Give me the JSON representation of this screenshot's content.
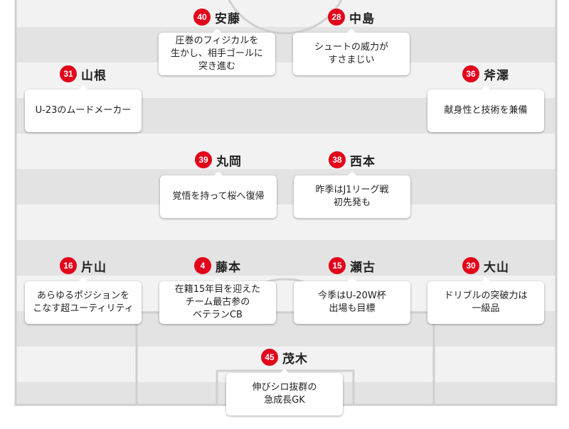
{
  "colors": {
    "badge": "#e2001a",
    "stripe_light": "#f2f2f2",
    "stripe_dark": "#e3e3e3",
    "line": "#cfcfcf"
  },
  "players": [
    {
      "number": "40",
      "name": "安藤",
      "comment": "圧巻のフィジカルを\n生かし、相手ゴールに\n突き進む"
    },
    {
      "number": "28",
      "name": "中島",
      "comment": "シュートの威力が\nすさまじい"
    },
    {
      "number": "31",
      "name": "山根",
      "comment": "U-23のムードメーカー"
    },
    {
      "number": "36",
      "name": "斧澤",
      "comment": "献身性と技術を兼備"
    },
    {
      "number": "39",
      "name": "丸岡",
      "comment": "覚悟を持って桜へ復帰"
    },
    {
      "number": "38",
      "name": "西本",
      "comment": "昨季はJ1リーグ戦\n初先発も"
    },
    {
      "number": "16",
      "name": "片山",
      "comment": "あらゆるポジションを\nこなす超ユーティリティ"
    },
    {
      "number": "4",
      "name": "藤本",
      "comment": "在籍15年目を迎えた\nチーム最古参の\nベテランCB"
    },
    {
      "number": "15",
      "name": "瀬古",
      "comment": "今季はU-20W杯\n出場も目標"
    },
    {
      "number": "30",
      "name": "大山",
      "comment": "ドリブルの突破力は\n一級品"
    },
    {
      "number": "45",
      "name": "茂木",
      "comment": "伸びシロ抜群の\n急成長GK"
    }
  ]
}
